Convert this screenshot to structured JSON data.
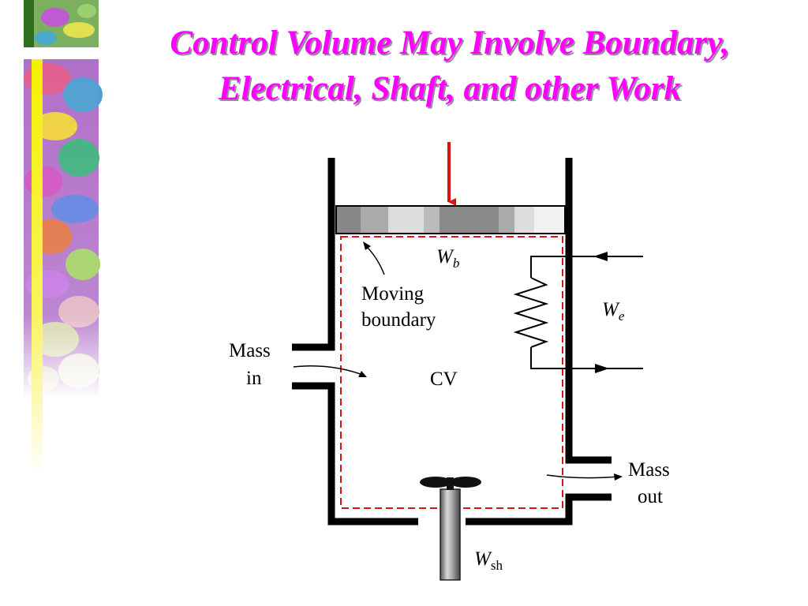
{
  "slide": {
    "title_line1": "Control Volume May Involve Boundary,",
    "title_line2": "Electrical, Shaft, and other Work"
  },
  "diagram": {
    "labels": {
      "wb_main": "W",
      "wb_sub": "b",
      "moving_line1": "Moving",
      "moving_line2": "boundary",
      "we_main": "W",
      "we_sub": "e",
      "mass_in_line1": "Mass",
      "mass_in_line2": "in",
      "cv": "CV",
      "mass_out_line1": "Mass",
      "mass_out_line2": "out",
      "wsh_main": "W",
      "wsh_sub": "sh"
    },
    "colors": {
      "title": "#ff00ff",
      "force_arrow": "#dd1111",
      "cv_boundary": "#dd1111",
      "wall": "#000000"
    }
  }
}
